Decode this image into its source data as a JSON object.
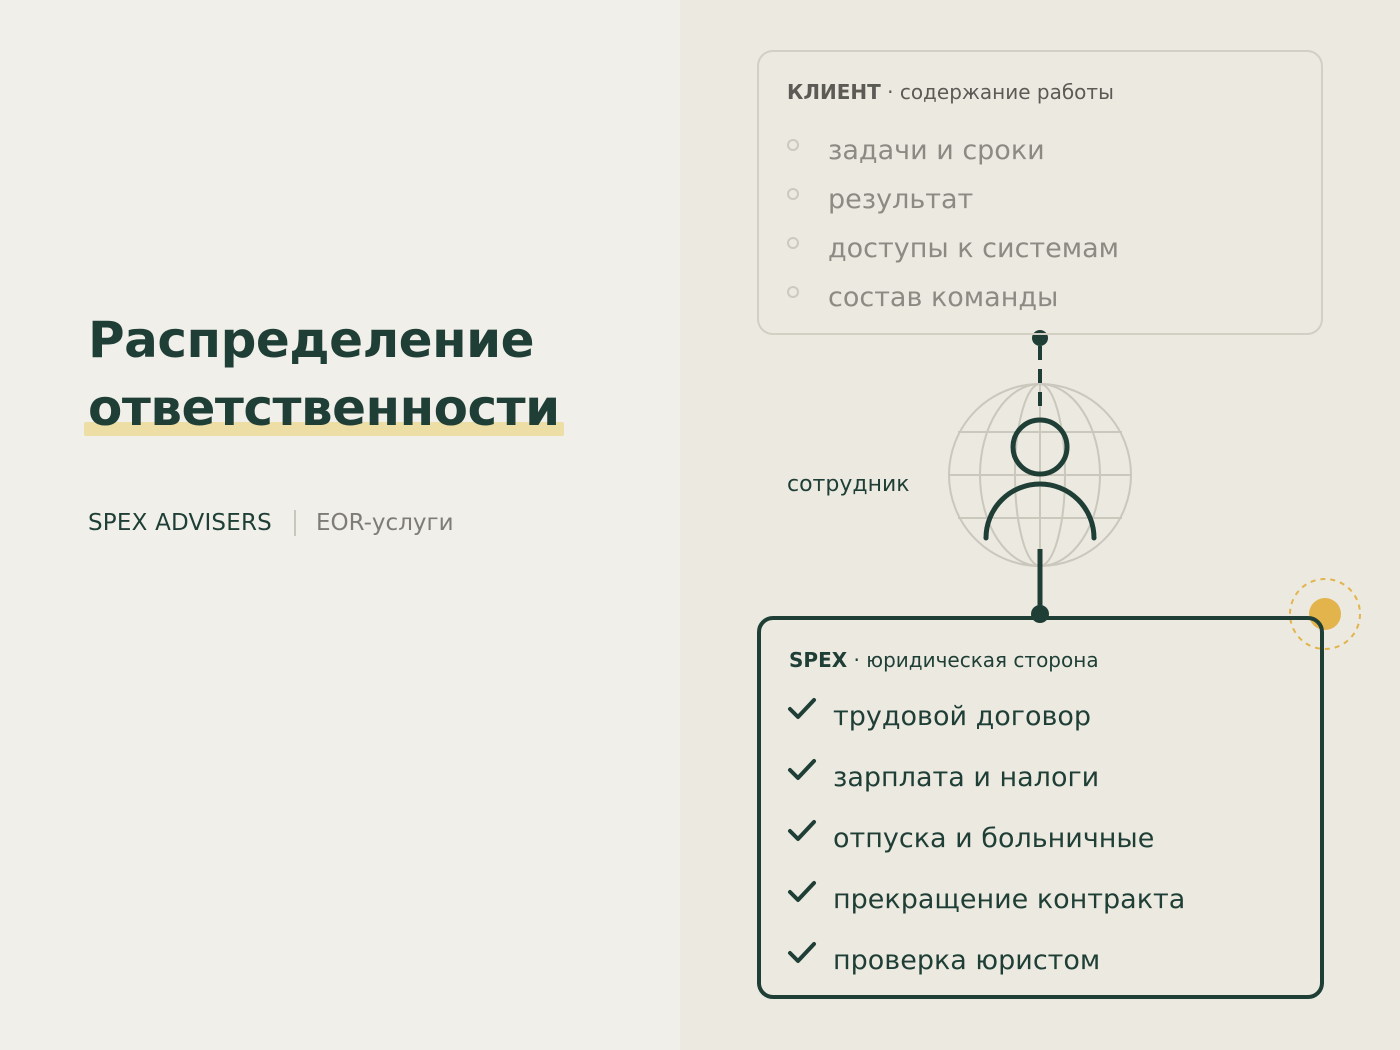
{
  "title": {
    "line1": "Распределение",
    "line2": "ответственности"
  },
  "brand": {
    "company": "SPEX ADVISERS",
    "service": "EOR-услуги"
  },
  "client": {
    "label_bold": "КЛИЕНТ",
    "label_rest": " · содержание работы",
    "items": [
      "задачи и сроки",
      "результат",
      "доступы к системам",
      "состав команды"
    ]
  },
  "employee": {
    "label": "сотрудник"
  },
  "spex": {
    "label_bold": "SPEX",
    "label_rest": " · юридическая сторона",
    "items": [
      "трудовой договор",
      "зарплата и налоги",
      "отпуска и больничные",
      "прекращение контракта",
      "проверка юристом"
    ]
  },
  "colors": {
    "primary": "#1e3e36",
    "accent": "#e3b44b",
    "muted": "#8c8a83",
    "panel": "#ebe9e0",
    "background": "#f0efea"
  }
}
